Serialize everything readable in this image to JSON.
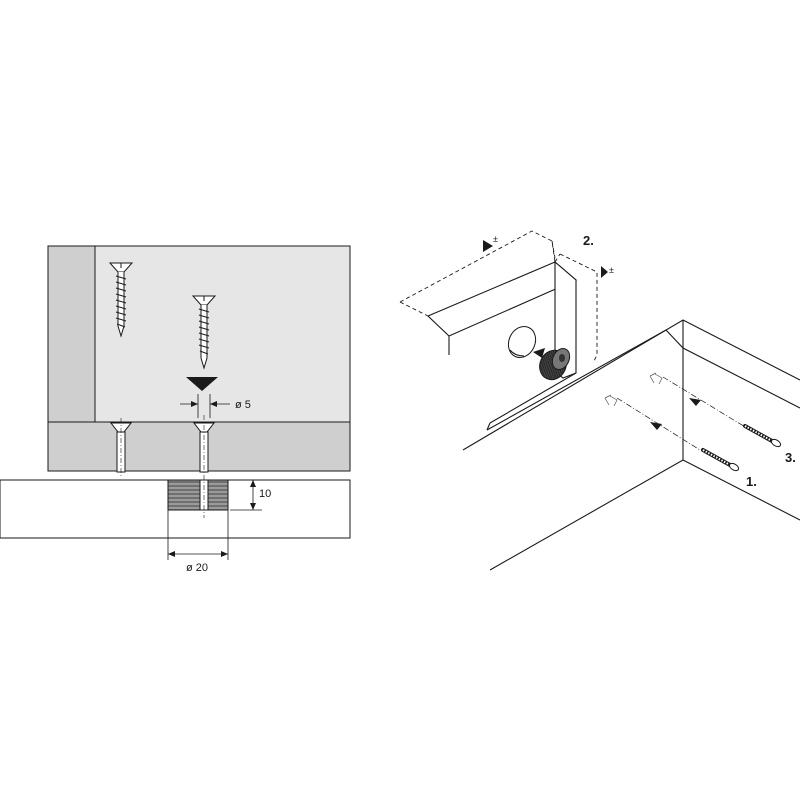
{
  "left_diagram": {
    "dimensions": {
      "screw_diameter": "ø 5",
      "insert_height": "10",
      "insert_diameter": "ø 20"
    }
  },
  "right_diagram": {
    "steps": {
      "step_1": "1.",
      "step_2": "2.",
      "step_3": "3."
    },
    "adjust_symbols": {
      "horizontal": "±",
      "vertical": "±"
    }
  },
  "colors": {
    "panel_fill": "#e6e6e6",
    "side_panel_fill": "#d0d0d0",
    "insert_fill": "#8c8c8c",
    "line": "#1a1a1a"
  }
}
